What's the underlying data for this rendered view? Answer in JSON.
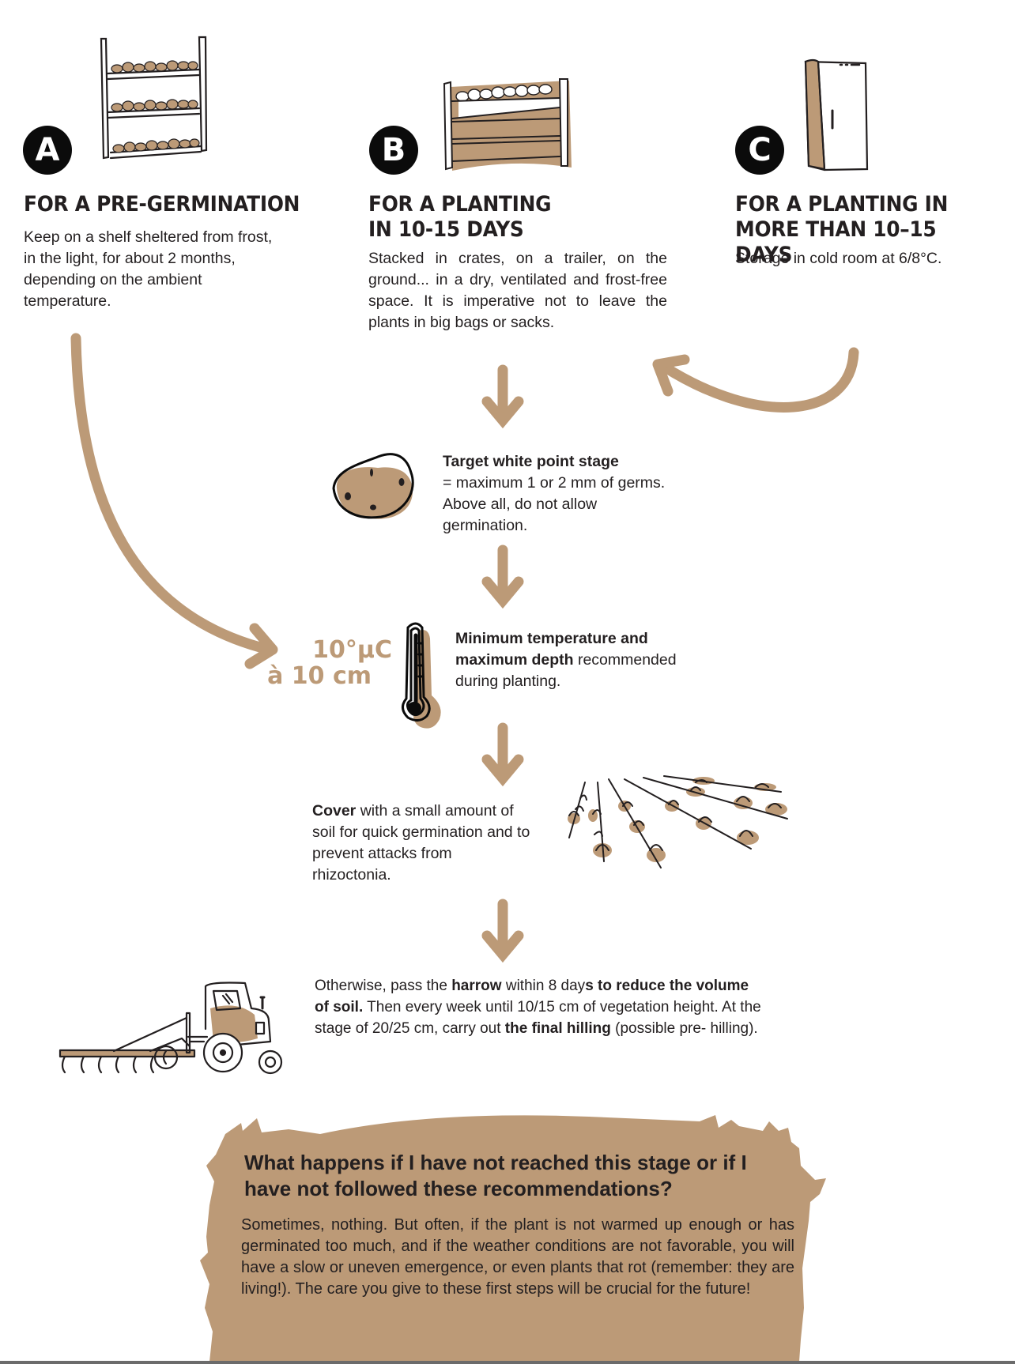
{
  "theme": {
    "accent": "#bc9a77",
    "ink": "#231f20",
    "badge_bg": "#0b0b0b"
  },
  "options": [
    {
      "badge": "A",
      "illustration": "shelf-with-potatoes-icon",
      "heading_lines": [
        "FOR A PRE-GERMINATION"
      ],
      "text_lines": [
        "Keep on a shelf sheltered from frost,",
        "in the light, for about 2 months,",
        "depending on the ambient",
        "temperature."
      ]
    },
    {
      "badge": "B",
      "illustration": "crate-of-potatoes-icon",
      "heading_lines": [
        "FOR A PLANTING",
        "IN 10-15 DAYS"
      ],
      "text": "Stacked in crates, on a trailer, on the ground... in a dry, ventilated and frost-free space. It is imperative not to leave the plants in big bags or sacks."
    },
    {
      "badge": "C",
      "illustration": "cold-room-fridge-icon",
      "heading_lines": [
        "FOR A PLANTING IN",
        "MORE THAN 10–15 DAYS"
      ],
      "text": "Storage in cold room at 6/8°C."
    }
  ],
  "steps": {
    "white_point": {
      "icon": "potato-icon",
      "title": "Target white point stage",
      "lines": [
        "= maximum 1 or 2 mm of germs.",
        "Above all, do not allow",
        "germination."
      ]
    },
    "temperature": {
      "icon": "thermometer-icon",
      "label_temp": "10°µC",
      "label_depth": "à 10 cm",
      "bold": "Minimum temperature and",
      "bold2": "maximum depth",
      "rest": " recommended",
      "line3": "during planting."
    },
    "cover": {
      "icon": "planted-rows-icon",
      "bold": "Cover",
      "rest1": " with a small amount of",
      "line2": "soil for quick germination and to",
      "line3": "prevent attacks from",
      "line4": "rhizoctonia."
    },
    "harrow": {
      "icon": "tractor-harrow-icon",
      "t1": "Otherwise, pass the ",
      "b1": "harrow",
      "t2": " within 8 day",
      "b2": "s to reduce the volume",
      "b3": "of soil.",
      "t3": " Then every week until 10/15 cm of vegetation height. At the",
      "t4": "stage of 20/25 cm, carry out ",
      "b4": "the final hilling",
      "t5": " (possible pre- hilling)."
    }
  },
  "callout": {
    "title_lines": [
      "What happens if I have not reached this stage or if I",
      "have not followed these recommendations?"
    ],
    "body": "Sometimes, nothing. But often, if the plant is not warmed up enough or has germinated too much, and if the weather conditions are not favorable, you will have a slow or uneven emergence, or even plants that rot (remember: they are living!). The care you give to these first steps will be crucial for the future!"
  }
}
